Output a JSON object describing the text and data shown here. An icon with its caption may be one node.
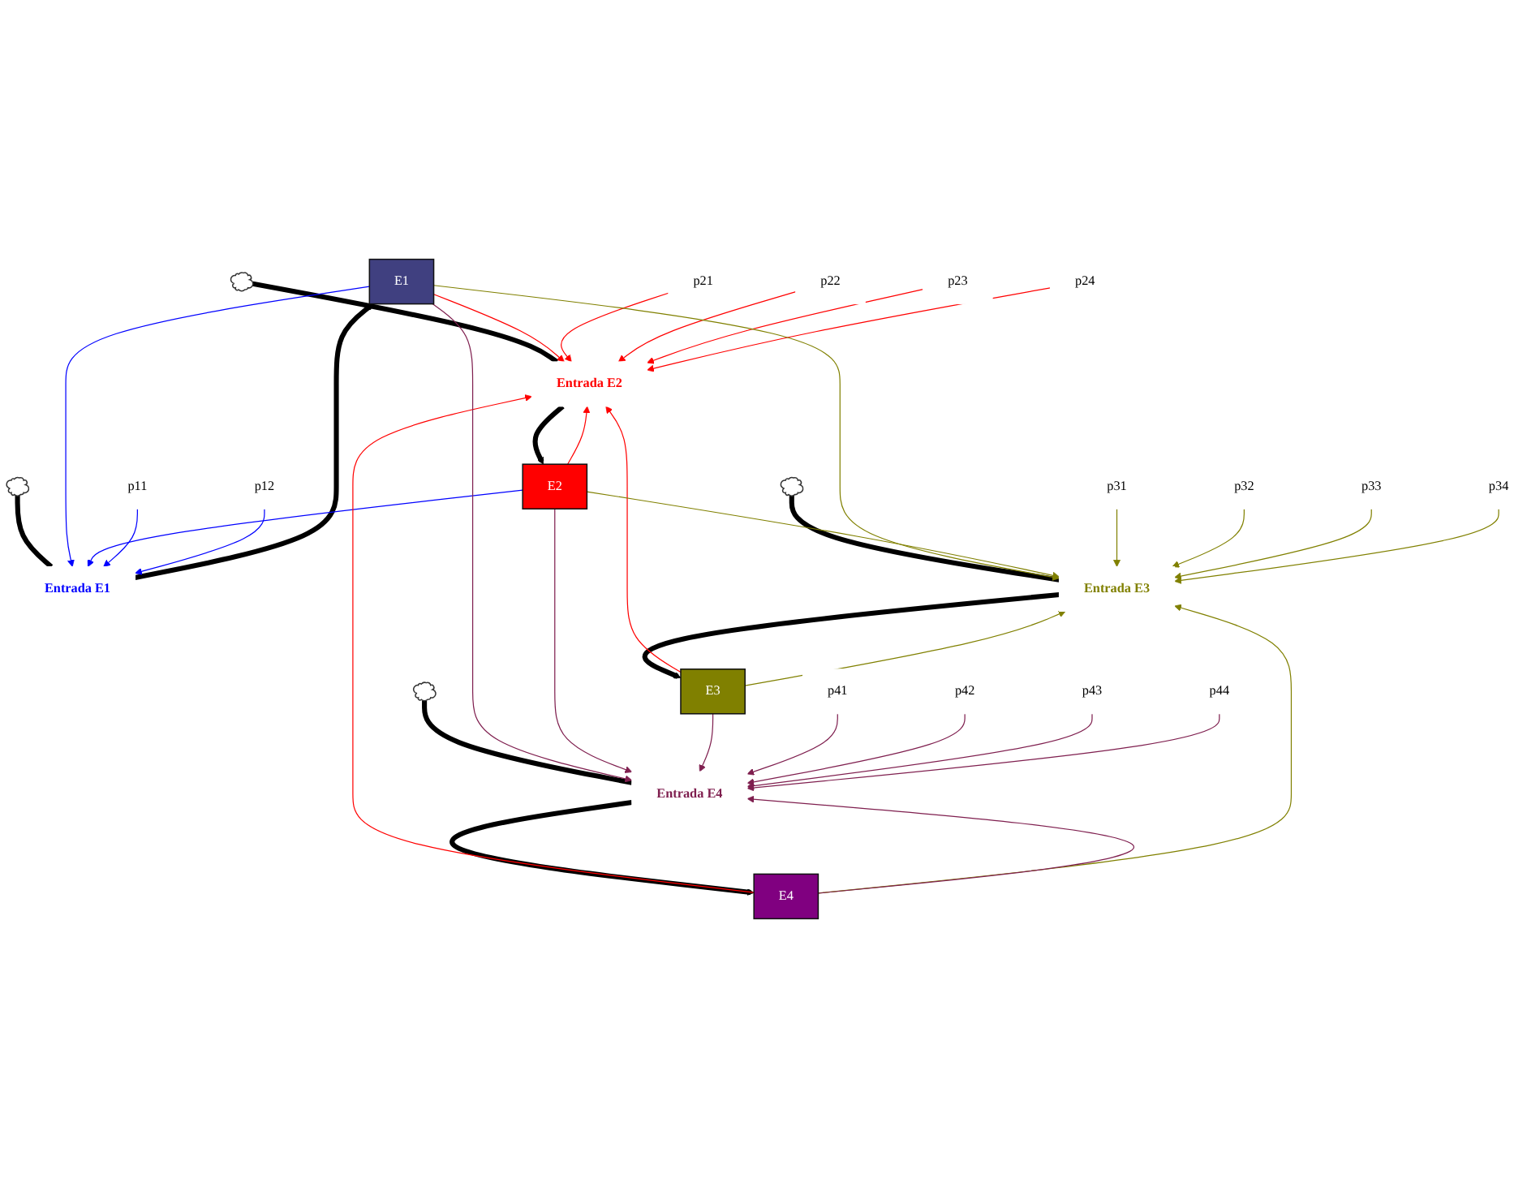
{
  "diagram": {
    "nodes": [
      {
        "text": [
          "E1"
        ]
      },
      {
        "text": [
          "Entrada E1"
        ]
      },
      {
        "text": [],
        "shape": "cloud"
      },
      {
        "text": [],
        "shape": "cloud"
      },
      {
        "text": [
          "Entrada E2"
        ]
      },
      {
        "text": [
          "E2"
        ]
      },
      {
        "text": [
          "p11"
        ]
      },
      {
        "text": [
          "p12"
        ]
      },
      {
        "text": [
          "p21"
        ]
      },
      {
        "text": [
          "p22"
        ]
      },
      {
        "text": [
          "p23"
        ]
      },
      {
        "text": [
          "p24"
        ]
      },
      {
        "text": [
          "p31"
        ]
      },
      {
        "text": [
          "p32"
        ]
      },
      {
        "text": [
          "p33"
        ]
      },
      {
        "text": [
          "p34"
        ]
      },
      {
        "text": [
          "p41"
        ]
      },
      {
        "text": [
          "p42"
        ]
      },
      {
        "text": [
          "p43"
        ]
      },
      {
        "text": [
          "p44"
        ]
      },
      {
        "text": [
          "E3"
        ]
      },
      {
        "text": [
          "Entrada E3"
        ]
      },
      {
        "text": [],
        "shape": "cloud"
      },
      {
        "text": [],
        "shape": "cloud"
      },
      {
        "text": [
          "Entrada E4"
        ]
      },
      {
        "text": [
          "E4"
        ]
      }
    ],
    "edges": [
      {
        "from": 2,
        "to": 1,
        "arrow": "none",
        "style": "thick"
      },
      {
        "from": 1,
        "to": 0,
        "arrow": "to",
        "style": "thick"
      },
      {
        "from": 3,
        "to": 4,
        "arrow": "none",
        "style": "thick"
      },
      {
        "from": 4,
        "to": 5,
        "arrow": "to",
        "style": "thick"
      },
      {
        "from": 22,
        "to": 21,
        "arrow": "none",
        "style": "thick"
      },
      {
        "from": 21,
        "to": 20,
        "arrow": "to",
        "style": "thick"
      },
      {
        "from": 23,
        "to": 24,
        "arrow": "none",
        "style": "thick"
      },
      {
        "from": 24,
        "to": 25,
        "arrow": "to",
        "style": "thick"
      },
      {
        "from": 0,
        "to": 1,
        "arrow": "to",
        "color": "#0000ff"
      },
      {
        "from": 5,
        "to": 1,
        "arrow": "to",
        "color": "#0000ff"
      },
      {
        "from": 6,
        "to": 1,
        "arrow": "to",
        "color": "#0000ff"
      },
      {
        "from": 7,
        "to": 1,
        "arrow": "to",
        "color": "#0000ff"
      },
      {
        "from": 0,
        "to": 4,
        "arrow": "to",
        "color": "#ff0000"
      },
      {
        "from": 5,
        "to": 4,
        "arrow": "to",
        "color": "#ff0000"
      },
      {
        "from": 20,
        "to": 4,
        "arrow": "to",
        "color": "#ff0000"
      },
      {
        "from": 25,
        "to": 4,
        "arrow": "to",
        "color": "#ff0000"
      },
      {
        "from": 8,
        "to": 4,
        "arrow": "to",
        "color": "#ff0000"
      },
      {
        "from": 9,
        "to": 4,
        "arrow": "to",
        "color": "#ff0000"
      },
      {
        "from": 10,
        "to": 4,
        "arrow": "to",
        "color": "#ff0000"
      },
      {
        "from": 11,
        "to": 4,
        "arrow": "to",
        "color": "#ff0000"
      },
      {
        "from": 0,
        "to": 21,
        "arrow": "to",
        "color": "#808000"
      },
      {
        "from": 5,
        "to": 21,
        "arrow": "to",
        "color": "#808000"
      },
      {
        "from": 20,
        "to": 21,
        "arrow": "to",
        "color": "#808000"
      },
      {
        "from": 25,
        "to": 21,
        "arrow": "to",
        "color": "#808000"
      },
      {
        "from": 12,
        "to": 21,
        "arrow": "to",
        "color": "#808000"
      },
      {
        "from": 13,
        "to": 21,
        "arrow": "to",
        "color": "#808000"
      },
      {
        "from": 14,
        "to": 21,
        "arrow": "to",
        "color": "#808000"
      },
      {
        "from": 15,
        "to": 21,
        "arrow": "to",
        "color": "#808000"
      },
      {
        "from": 0,
        "to": 24,
        "arrow": "to",
        "color": "#7f1f4f"
      },
      {
        "from": 5,
        "to": 24,
        "arrow": "to",
        "color": "#7f1f4f"
      },
      {
        "from": 20,
        "to": 24,
        "arrow": "to",
        "color": "#7f1f4f"
      },
      {
        "from": 25,
        "to": 24,
        "arrow": "to",
        "color": "#7f1f4f"
      },
      {
        "from": 16,
        "to": 24,
        "arrow": "to",
        "color": "#7f1f4f"
      },
      {
        "from": 17,
        "to": 24,
        "arrow": "to",
        "color": "#7f1f4f"
      },
      {
        "from": 18,
        "to": 24,
        "arrow": "to",
        "color": "#7f1f4f"
      },
      {
        "from": 19,
        "to": 24,
        "arrow": "to",
        "color": "#7f1f4f"
      }
    ]
  }
}
